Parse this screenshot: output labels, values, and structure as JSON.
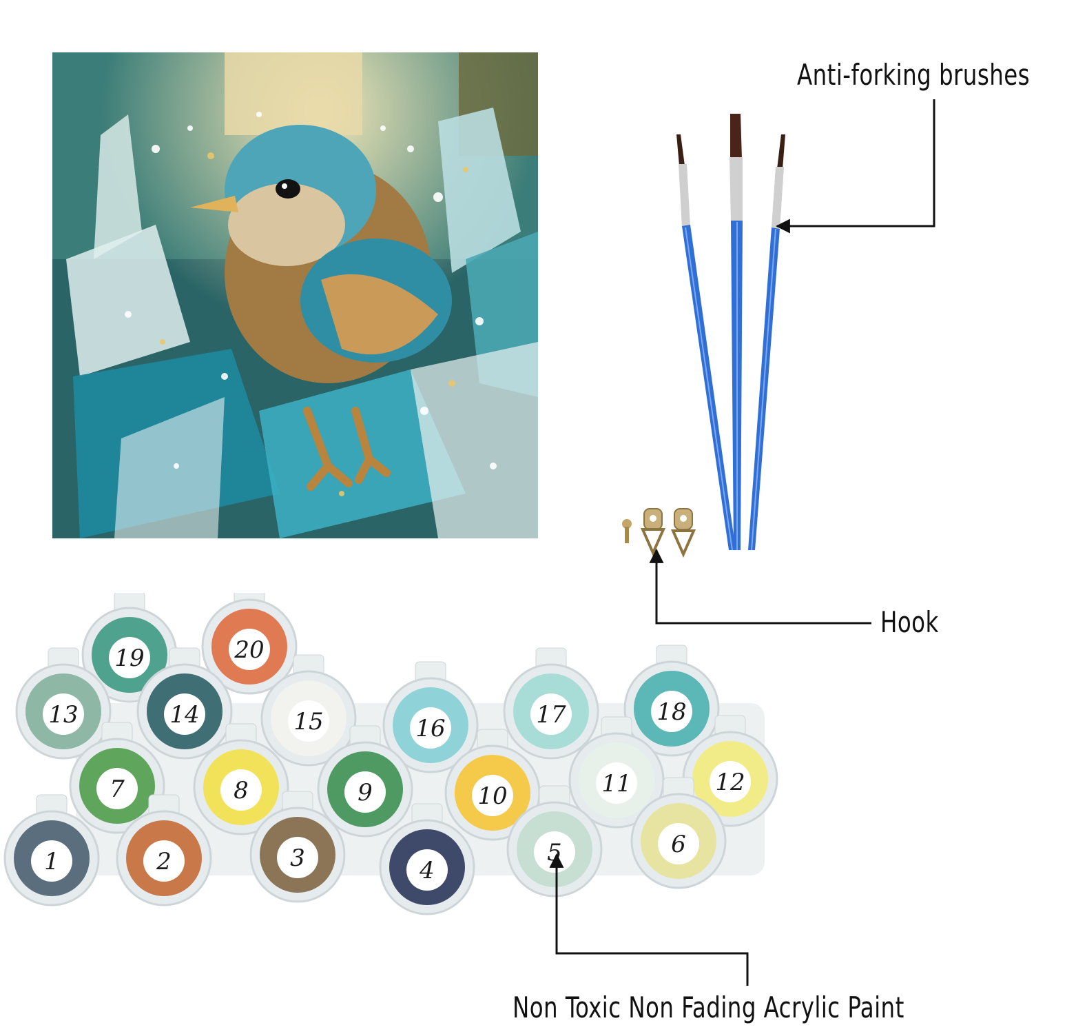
{
  "labels": {
    "brushes": "Anti-forking brushes",
    "hook": "Hook",
    "paint": "Non Toxic Non Fading Acrylic Paint"
  },
  "colors": {
    "brush_handle": "#2f6fd6",
    "ferrule": "#c9c9c9",
    "bristle": "#3a1f14",
    "hook_metal": "#b89a63",
    "teal_dark": "#1f5b5a",
    "teal": "#3fa3ad",
    "gold": "#b48a4c",
    "cream": "#efe6c8"
  },
  "paint_pots": [
    {
      "number": "1",
      "color": "#5a6e7e"
    },
    {
      "number": "2",
      "color": "#c9784a"
    },
    {
      "number": "3",
      "color": "#8b7556"
    },
    {
      "number": "4",
      "color": "#3f4a6b"
    },
    {
      "number": "5",
      "color": "#c7dfd2"
    },
    {
      "number": "6",
      "color": "#e6e4a0"
    },
    {
      "number": "7",
      "color": "#5fa55b"
    },
    {
      "number": "8",
      "color": "#f1e25a"
    },
    {
      "number": "9",
      "color": "#4f9a62"
    },
    {
      "number": "10",
      "color": "#f5c94a"
    },
    {
      "number": "11",
      "color": "#e8f1e9"
    },
    {
      "number": "12",
      "color": "#f2ec88"
    },
    {
      "number": "13",
      "color": "#8fb7a6"
    },
    {
      "number": "14",
      "color": "#3f6e74"
    },
    {
      "number": "15",
      "color": "#f2f2ee"
    },
    {
      "number": "16",
      "color": "#8fd3d8"
    },
    {
      "number": "17",
      "color": "#a8dcd6"
    },
    {
      "number": "18",
      "color": "#5cb8b6"
    },
    {
      "number": "19",
      "color": "#4fa28e"
    },
    {
      "number": "20",
      "color": "#e07a52"
    }
  ]
}
